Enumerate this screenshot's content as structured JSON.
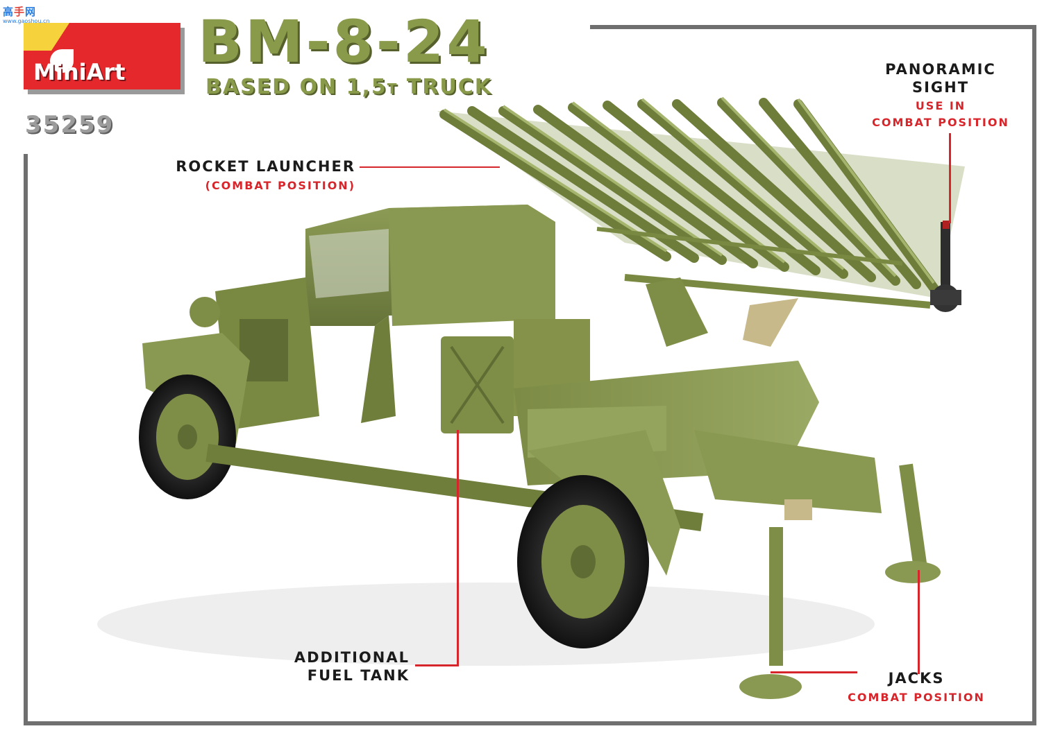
{
  "watermark": {
    "site_cn": "高",
    "site_cn_mid": "手",
    "site_cn_end": "网",
    "url": "www.gaoshou.cn"
  },
  "brand": {
    "name": "MiniArt"
  },
  "product": {
    "title": "BM-8-24",
    "subtitle_main": "BASED ON 1,5",
    "subtitle_unit": "T",
    "subtitle_end": " TRUCK",
    "code": "35259"
  },
  "labels": {
    "panoramic": {
      "line1": "PANORAMIC",
      "line2": "SIGHT",
      "note1": "USE IN",
      "note2": "COMBAT POSITION"
    },
    "rocket": {
      "line1": "ROCKET LAUNCHER",
      "note1": "(COMBAT POSITION)"
    },
    "fuel": {
      "line1": "ADDITIONAL",
      "line2": "FUEL TANK"
    },
    "jacks": {
      "line1": "JACKS",
      "note1": "COMBAT POSITION"
    }
  },
  "colors": {
    "olive": "#7f8f4a",
    "olive_dark": "#5c6a2f",
    "brand_red": "#e4282b",
    "annotation_red": "#d7262b"
  }
}
